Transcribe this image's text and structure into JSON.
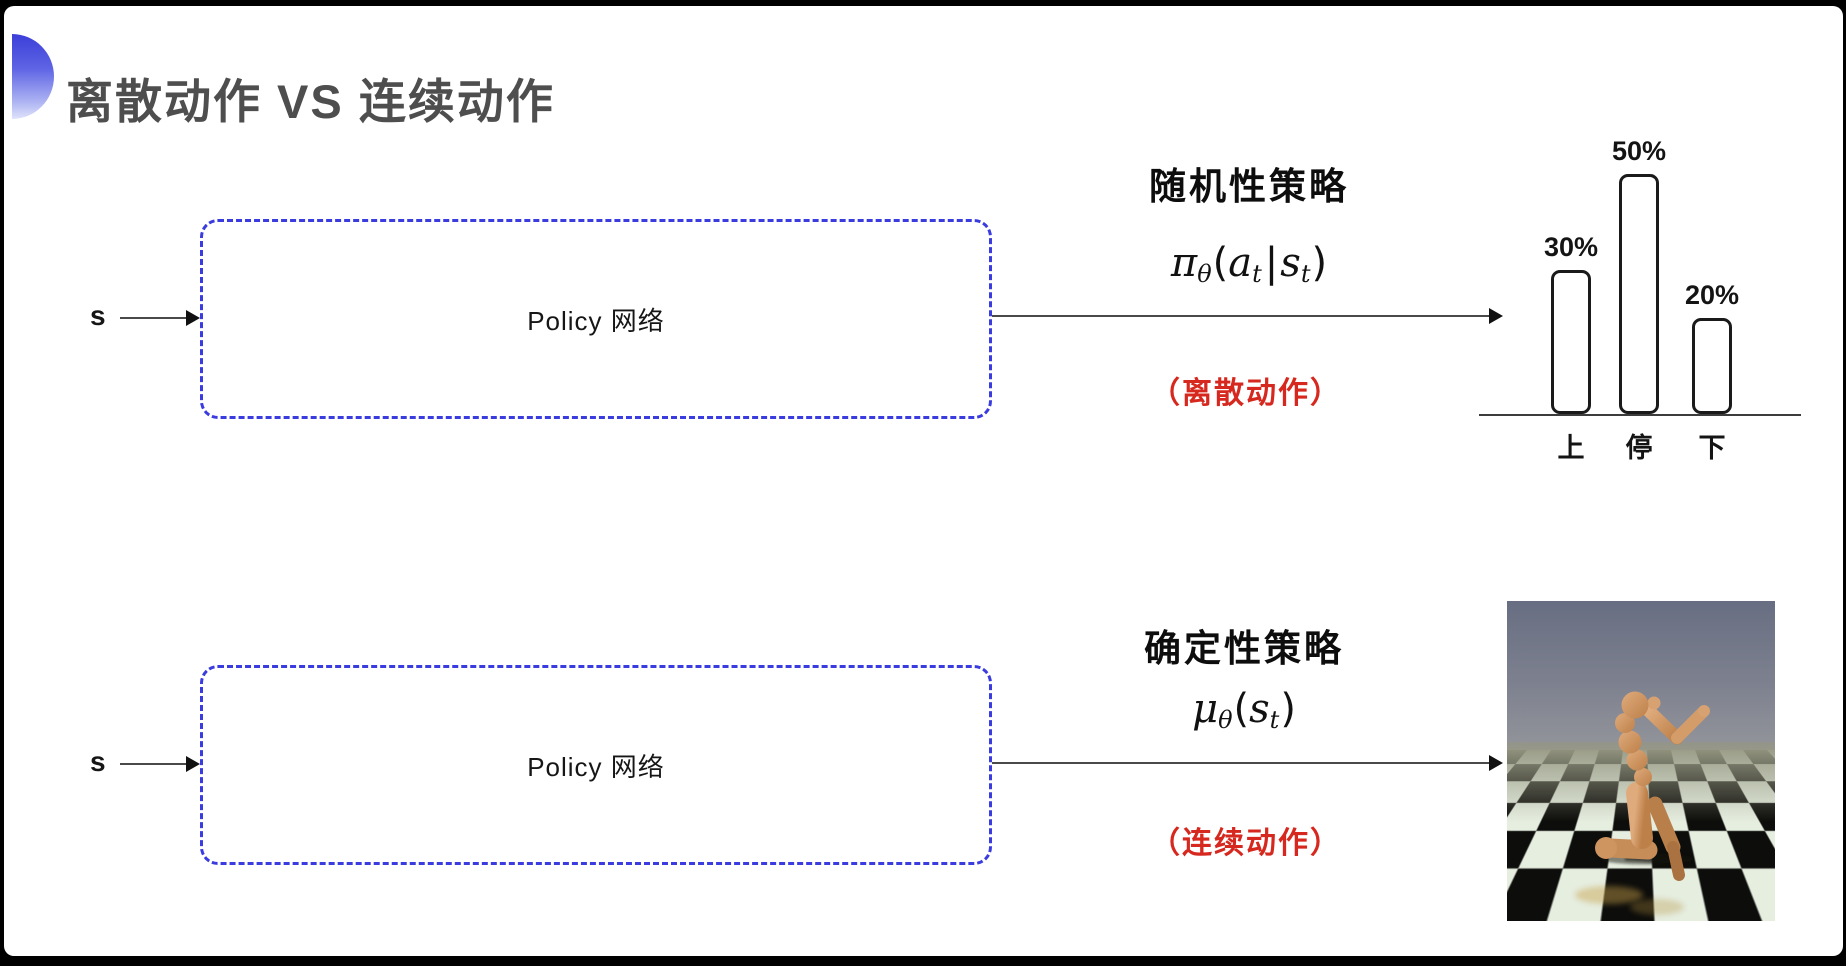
{
  "slide": {
    "title": "离散动作 VS 连续动作"
  },
  "colors": {
    "accent-blue": "#3a3ce0",
    "title-gray": "#4e4e4e",
    "note-red": "#d6281e",
    "floor-dark": "#0d0d0b",
    "floor-light": "#e6eee0"
  },
  "top_flow": {
    "input_label": "s",
    "box_label": "Policy 网络",
    "policy_name": "随机性策略",
    "action_note": "（离散动作）",
    "formula": {
      "fn": "π",
      "fn_sub": "θ",
      "open": "(",
      "arg1": "a",
      "arg1_sub": "t",
      "sep": "|",
      "arg2": "s",
      "arg2_sub": "t",
      "close": ")"
    }
  },
  "bottom_flow": {
    "input_label": "s",
    "box_label": "Policy 网络",
    "policy_name": "确定性策略",
    "action_note": "（连续动作）",
    "formula": {
      "fn": "μ",
      "fn_sub": "θ",
      "open": "(",
      "arg1": "s",
      "arg1_sub": "t",
      "close": ")"
    }
  },
  "chart_data": {
    "type": "bar",
    "categories": [
      "上",
      "停",
      "下"
    ],
    "values": [
      30,
      50,
      20
    ],
    "value_labels": [
      "30%",
      "50%",
      "20%"
    ],
    "title": "",
    "xlabel": "",
    "ylabel": "",
    "ylim": [
      0,
      50
    ],
    "grid": false,
    "legend": false,
    "bar_style": "white fill, black rounded outline"
  },
  "robot_panel": {
    "description": "simulated humanoid robot running on checkerboard floor",
    "skin_color": "#d09a68",
    "sky_color": "#686e82"
  }
}
